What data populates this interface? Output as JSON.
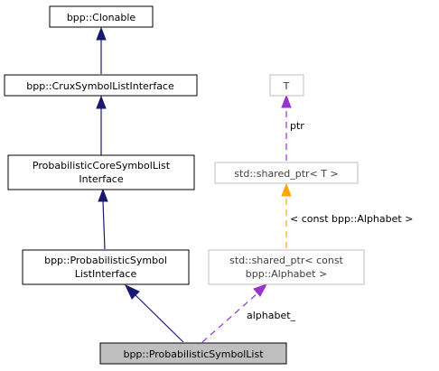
{
  "nodes": {
    "clonable": {
      "lines": [
        "bpp::Clonable"
      ]
    },
    "crux": {
      "lines": [
        "bpp::CruxSymbolListInterface"
      ]
    },
    "probCore": {
      "lines": [
        "ProbabilisticCoreSymbolList",
        "Interface"
      ]
    },
    "probSymIface": {
      "lines": [
        "bpp::ProbabilisticSymbol",
        "ListInterface"
      ]
    },
    "probSymList": {
      "lines": [
        "bpp::ProbabilisticSymbolList"
      ]
    },
    "T": {
      "lines": [
        "T"
      ]
    },
    "sharedT": {
      "lines": [
        "std::shared_ptr< T >"
      ]
    },
    "sharedAlpha": {
      "lines": [
        "std::shared_ptr< const",
        "bpp::Alphabet >"
      ]
    }
  },
  "edge_labels": {
    "ptr": "ptr",
    "const_alphabet": "< const bpp::Alphabet >",
    "alphabet": "alphabet_"
  },
  "colors": {
    "inheritance": "#191970",
    "usage": "#9a32cd",
    "template": "#ffa500",
    "focus_fill": "#bfbfbf"
  }
}
